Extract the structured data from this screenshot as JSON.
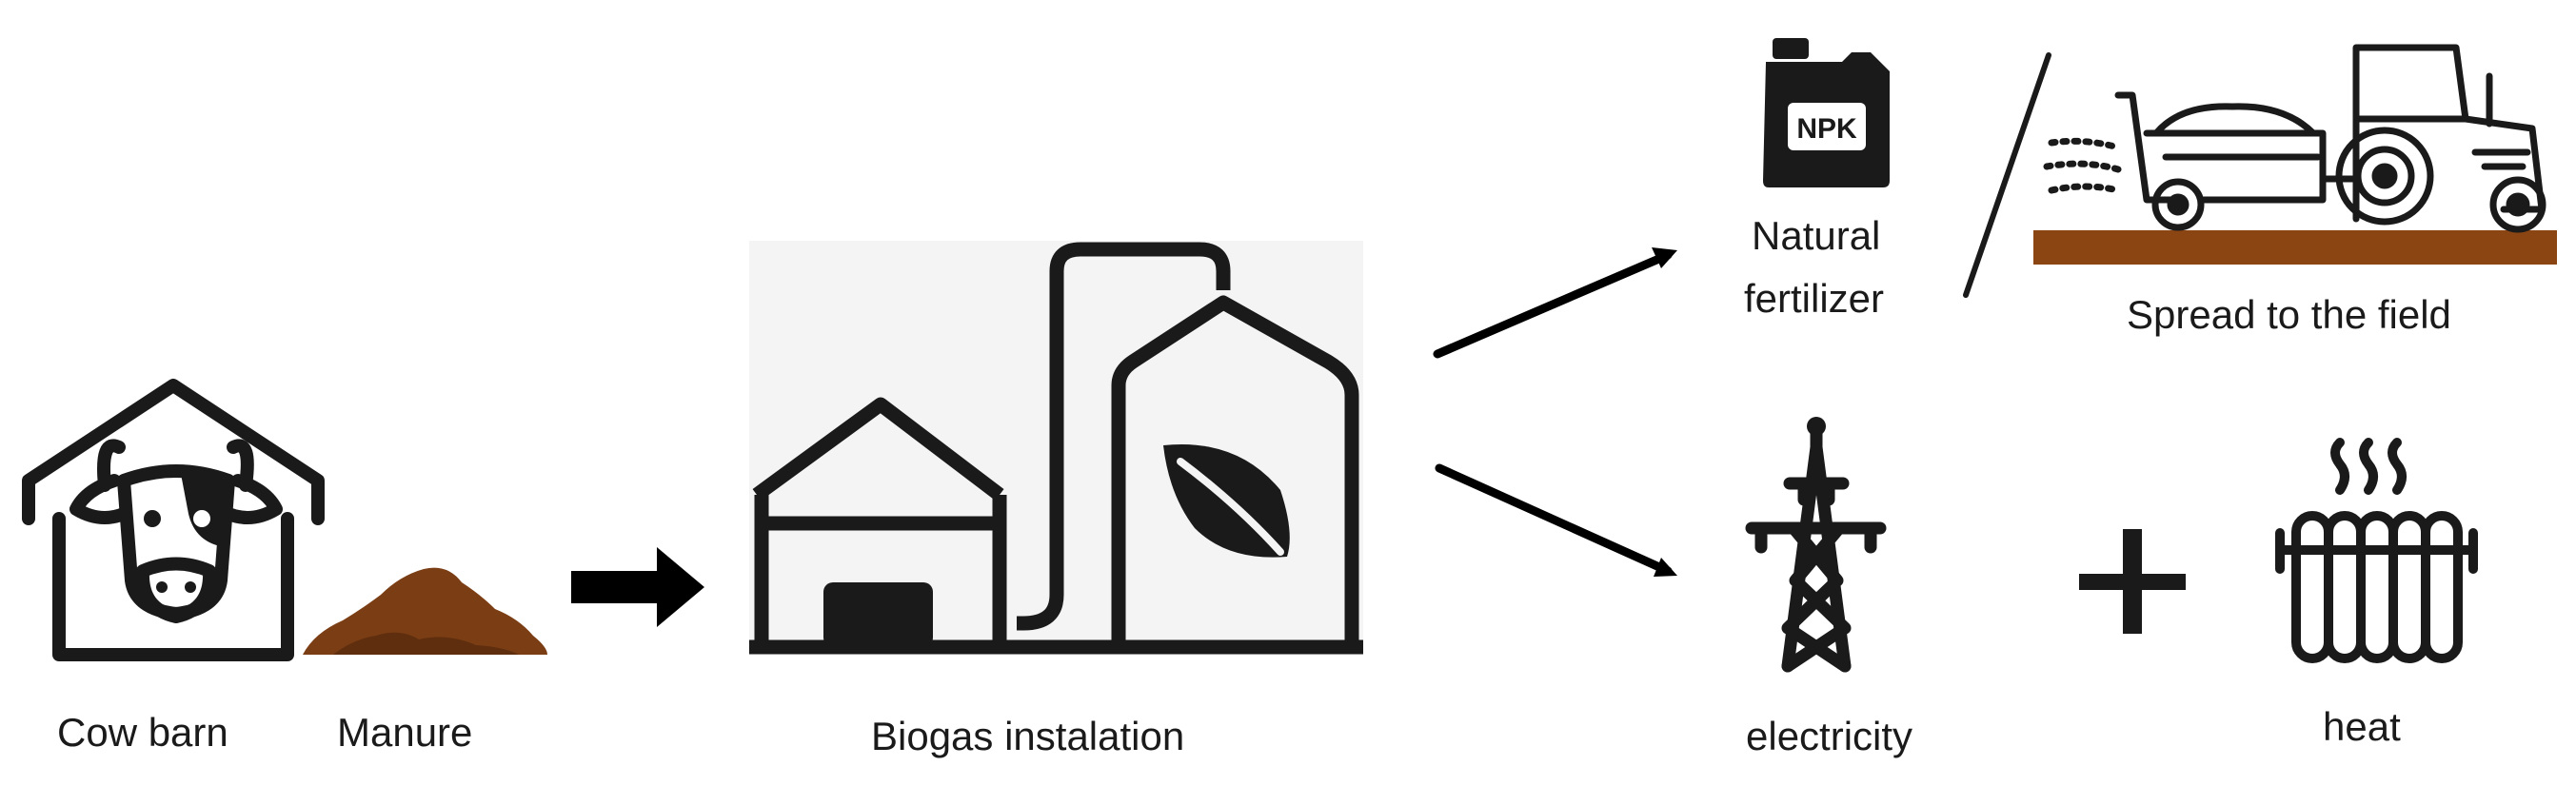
{
  "labels": {
    "cow_barn": "Cow barn",
    "manure": "Manure",
    "biogas": "Biogas instalation",
    "fertilizer_line1": "Natural",
    "fertilizer_line2": "fertilizer",
    "spread": "Spread to the field",
    "electricity": "electricity",
    "heat": "heat",
    "npk": "NPK"
  },
  "icons": [
    "cow-barn-icon",
    "manure-pile-icon",
    "right-arrow-icon",
    "biogas-plant-icon",
    "leaf-icon",
    "npk-canister-icon",
    "tractor-spreader-icon",
    "power-pylon-icon",
    "plus-icon",
    "radiator-heat-icon"
  ],
  "colors": {
    "ink": "#1a1a1a",
    "manure": "#7a3d14",
    "soil": "#8b4513",
    "plant_bg": "#f4f4f4"
  }
}
